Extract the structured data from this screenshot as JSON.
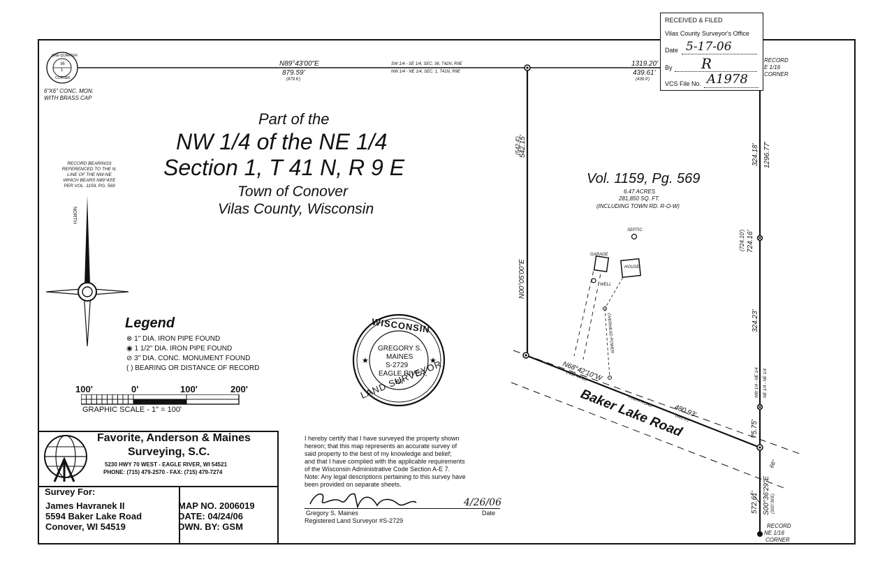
{
  "title": {
    "line1": "Part of the",
    "line2": "NW 1/4 of the NE 1/4",
    "line3": "Section 1, T 41 N, R 9 E",
    "line4": "Town of Conover",
    "line5": "Vilas County, Wisconsin"
  },
  "received_stamp": {
    "line1": "RECEIVED & FILED",
    "line2": "Vilas County Surveyor's Office",
    "date_label": "Date",
    "date_value": "5-17-06",
    "by_label": "By",
    "by_value": "R",
    "file_label": "VCS File No.",
    "file_value": "A1978"
  },
  "top_line": {
    "bearing": "N89°43'00\"E",
    "dist1": "879.59'",
    "dist1_record": "(879.6')",
    "sec_above": "SW 1/4 - SE 1/4, SEC. 36, T42N, R9E",
    "sec_below": "NW 1/4 - NE 1/4, SEC. 1, T41N, R9E",
    "dist_total": "1319.20'",
    "dist2": "439.61'",
    "dist2_record": "(439.9')"
  },
  "corners": {
    "qc_top": "ONE-QUARTER",
    "qc_num": "36",
    "qc_num2": "1",
    "qc_bottom": "CORNER",
    "monument_line1": "6\"X6\" CONC. MON.",
    "monument_line2": "WITH BRASS CAP",
    "ne_line1": "RECORD",
    "ne_line2": "E 1/16",
    "ne_line3": "CORNER",
    "se_line1": "RECORD",
    "se_line2": "NE 1/16",
    "se_line3": "CORNER"
  },
  "bearing_note": [
    "RECORD BEARINGS",
    "REFERENCED TO THE N.",
    "LINE OF THE NW-NE",
    "WHICH BEARS N89°43'E",
    "PER VOL. 1159, PG. 569"
  ],
  "north_label": "NORTH",
  "parcel": {
    "vol": "Vol. 1159, Pg. 569",
    "acres": "6.47 ACRES",
    "sqft": "281,850 SQ. FT.",
    "including": "(INCLUDING TOWN RD. R-O-W)",
    "septic": "SEPTIC",
    "garage": "GARAGE",
    "house": "HOUSE",
    "well": "WELL",
    "overhead_power": "OVERHEAD POWER"
  },
  "west_line": {
    "record": "(542.4')",
    "dist": "542.15'",
    "bearing": "N00°05'00\"E"
  },
  "east_line": {
    "d1": "324.18'",
    "d_total": "1296.77'",
    "d_record": "(724.10')",
    "d_mid": "724.16'",
    "d3": "324.23'",
    "line_label1": "NW 1/4 - NE 1/4",
    "line_label2": "NE 1/4 - NE 1/4",
    "d4": "75.75'",
    "angle": "66°",
    "d5": "572.61'",
    "bearing5": "S00°36'29\"E",
    "record5": "(S00°36'E)"
  },
  "road": {
    "bearing": "N68°42'10\"W",
    "bearing_record": "(N68°44'W)",
    "town_road": "TOWN ROAD",
    "name": "Baker Lake Road",
    "dist": "480.93'",
    "dist_record": "(481.0')"
  },
  "legend": {
    "title": "Legend",
    "items": [
      {
        "sym": "⊗",
        "text": "1\" DIA. IRON PIPE FOUND"
      },
      {
        "sym": "◉",
        "text": "1 1/2\" DIA. IRON PIPE FOUND"
      },
      {
        "sym": "⊘",
        "text": "3\" DIA. CONC. MONUMENT FOUND"
      },
      {
        "sym": "( )",
        "text": "BEARING OR DISTANCE OF RECORD"
      }
    ]
  },
  "scale": {
    "t1": "100'",
    "t2": "0'",
    "t3": "100'",
    "t4": "200'",
    "caption": "GRAPHIC SCALE - 1\" = 100'"
  },
  "seal": {
    "top": "WISCONSIN",
    "bottom": "LAND SURVEYOR",
    "name": "GREGORY S.",
    "name2": "MAINES",
    "num": "S-2729",
    "city": "EAGLE RIVER,",
    "state": "WI"
  },
  "company": {
    "name1": "Favorite, Anderson & Maines",
    "name2": "Surveying, S.C.",
    "address": "5230 HWY 70 WEST - EAGLE RIVER, WI 54521",
    "phone": "PHONE: (715) 479-2570 - FAX: (715) 479-7274"
  },
  "survey_for": {
    "label": "Survey For:",
    "name": "James Havranek II",
    "address": "5594 Baker Lake Road",
    "city": "Conover, WI 54519"
  },
  "map_info": {
    "map_no": "MAP NO. 2006019",
    "date": "DATE: 04/24/06",
    "dwn": "DWN. BY: GSM"
  },
  "certification": {
    "lines": [
      "I hereby certify that I have surveyed the property shown",
      "hereon; that this map represents an accurate survey of",
      "said property to the best of my knowledge and belief;",
      "and that I have complied with the applicable requirements",
      "of the Wisconsin Administrative Code Section A-E 7.",
      "Note: Any legal descriptions pertaining to this survey have",
      "been provided on separate sheets."
    ],
    "sig_name": "Gregory S. Maines",
    "sig_title": "Registered Land Surveyor #S-2729",
    "date_value": "4/26/06",
    "date_label": "Date"
  }
}
